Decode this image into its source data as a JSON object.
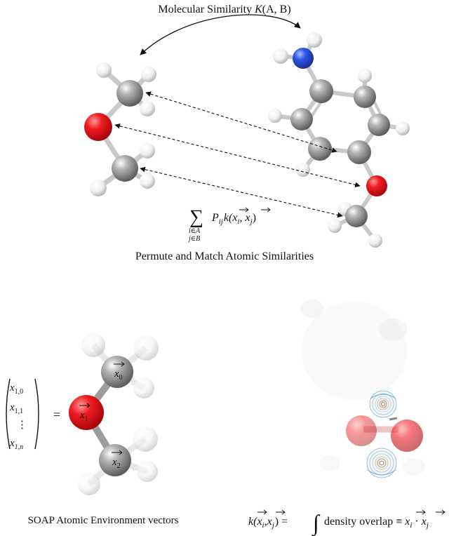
{
  "top": {
    "title_text": "Molecular Similarity ",
    "title_kernel": "K",
    "title_args": "(A, B)",
    "sum_symbol": "∑",
    "sum_index_a": "i∈A",
    "sum_index_b": "j∈B",
    "sum_term": "P",
    "sum_term_sub": "ij",
    "sum_kernel": "k(",
    "sum_vec_i": "x",
    "sum_vec_i_sub": "i",
    "sum_sep": ", ",
    "sum_vec_j": "x",
    "sum_vec_j_sub": "j",
    "sum_close": ")",
    "caption": "Permute and Match Atomic Similarities"
  },
  "bottom": {
    "vector_entries": [
      "x",
      "x",
      "⋮",
      "x"
    ],
    "vector_subs": [
      "1,0",
      "1,1",
      "",
      "1,n"
    ],
    "equals": "=",
    "atom_labels": [
      "x",
      "x",
      "x"
    ],
    "atom_label_subs": [
      "0",
      "1",
      "2"
    ],
    "left_caption": "SOAP Atomic Environment vectors",
    "formula_k": "k(",
    "formula_xi": "x",
    "formula_xi_sub": "i",
    "formula_comma": ",",
    "formula_xj": "x",
    "formula_xj_sub": "j",
    "formula_eq": ") =",
    "formula_integral": "∫",
    "formula_text": "density overlap ≡",
    "formula_dot": "·"
  },
  "colors": {
    "carbon": "#8e8e8e",
    "hydrogen": "#f2f2f2",
    "oxygen": "#e3111a",
    "nitrogen": "#2a52e6"
  }
}
